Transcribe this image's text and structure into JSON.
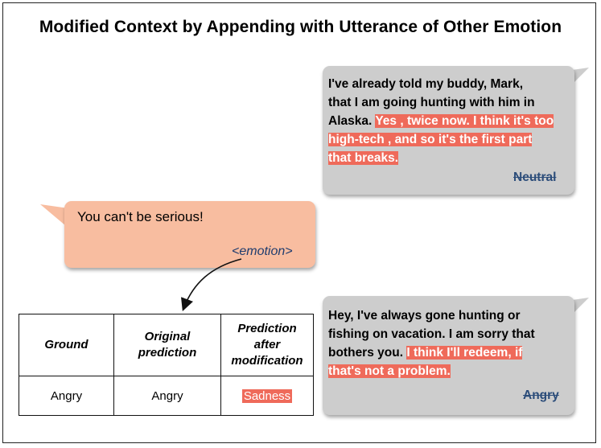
{
  "title": "Modified Context by Appending with Utterance of Other Emotion",
  "top_bubble": {
    "lines": [
      "I've already told my buddy, Mark,",
      "that I am going hunting with him in"
    ],
    "mixed_plain": "Alaska.",
    "mixed_highlight": "Yes , twice now. I think it's too",
    "highlight_lines": [
      "high-tech , and so it's the first part",
      "that breaks."
    ],
    "emotion": "Neutral"
  },
  "middle_bubble": {
    "utterance": "You can't be serious!",
    "emotion_tag": "<emotion>"
  },
  "bottom_bubble": {
    "lines": [
      "Hey, I've always gone hunting or",
      "fishing on vacation. I am sorry that"
    ],
    "mixed_plain": "bothers you.",
    "mixed_highlight": "I think I'll redeem, if",
    "highlight_lines": [
      "that's not a problem."
    ],
    "emotion": "Angry"
  },
  "table": {
    "headers": [
      [
        "Ground"
      ],
      [
        "Original",
        "prediction"
      ],
      [
        "Prediction",
        "after",
        "modification"
      ]
    ],
    "row": [
      "Angry",
      "Angry",
      "Sadness"
    ]
  },
  "colors": {
    "gray_bubble": "#cdcdcd",
    "peach_bubble": "#f8bda0",
    "highlight": "#ef6a5a",
    "struck_label": "#2c4d7a"
  }
}
